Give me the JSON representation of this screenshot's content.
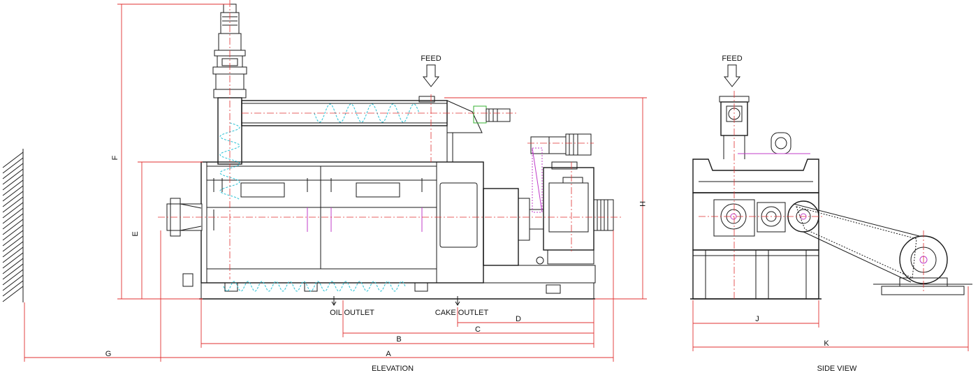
{
  "views": {
    "elevation_title": "ELEVATION",
    "side_view_title": "SIDE VIEW"
  },
  "labels": {
    "feed_elevation": "FEED",
    "feed_side": "FEED",
    "oil_outlet": "OIL OUTLET",
    "cake_outlet": "CAKE OUTLET"
  },
  "dimensions": {
    "A": "A",
    "B": "B",
    "C": "C",
    "D": "D",
    "E": "E",
    "F": "F",
    "G": "G",
    "H": "H",
    "J": "J",
    "K": "K"
  },
  "colors": {
    "dimension_line": "#e03030",
    "screw_flight": "#39c6d8",
    "outline": "#1a1a1a",
    "accent_magenta": "#c03cc8",
    "accent_green": "#34b030"
  }
}
